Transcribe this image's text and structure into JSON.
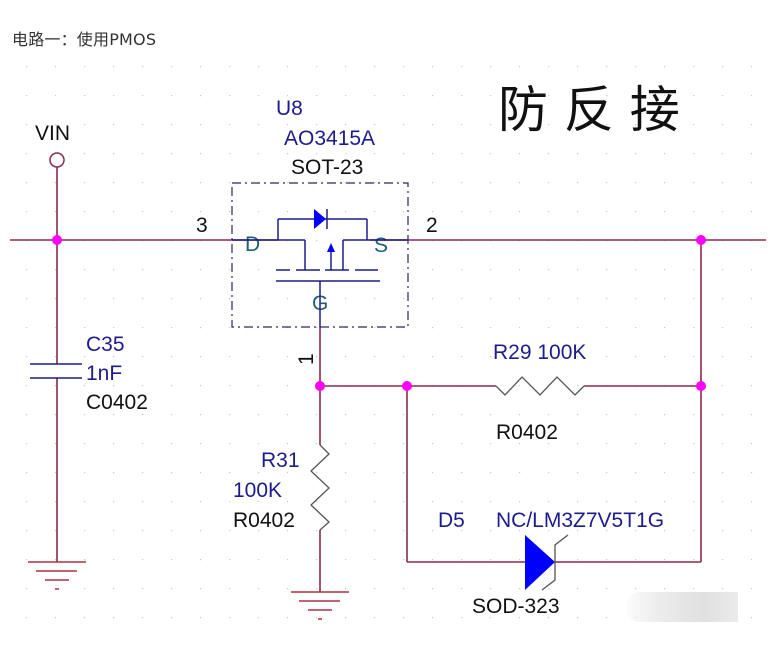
{
  "caption": "电路一：使用PMOS",
  "title": "防 反 接",
  "colors": {
    "wire": "#8b2a4a",
    "junction": "#ff00ff",
    "component_blue": "#1c1c8c",
    "pin_label": "#1e5f78",
    "body_outline": "#2a2a7a",
    "diode_fill": "#0000ff"
  },
  "nets": {
    "vin_label": "VIN"
  },
  "components": {
    "u8": {
      "ref": "U8",
      "value": "AO3415A",
      "package": "SOT-23",
      "pin_drain_label": "D",
      "pin_source_label": "S",
      "pin_gate_label": "G",
      "pin_drain_number": "3",
      "pin_source_number": "2",
      "pin_gate_number": "1"
    },
    "c35": {
      "ref": "C35",
      "value": "1nF",
      "package": "C0402"
    },
    "r31": {
      "ref": "R31",
      "value": "100K",
      "package": "R0402"
    },
    "r29": {
      "ref_value": "R29 100K",
      "package": "R0402"
    },
    "d5": {
      "ref": "D5",
      "value": "NC/LM3Z7V5T1G",
      "package": "SOD-323"
    }
  }
}
